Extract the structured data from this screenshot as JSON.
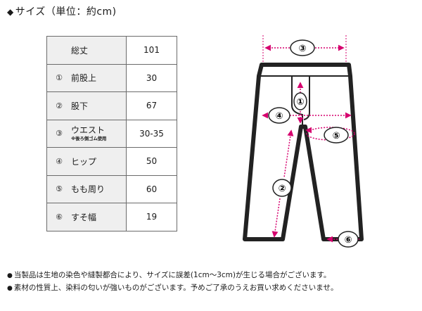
{
  "heading": {
    "marker": "◆",
    "text": "サイズ（単位：約cm)"
  },
  "table": {
    "rows": [
      {
        "num": "",
        "label": "総丈",
        "note": "",
        "value": "101"
      },
      {
        "num": "①",
        "label": "前股上",
        "note": "",
        "value": "30"
      },
      {
        "num": "②",
        "label": "股下",
        "note": "",
        "value": "67"
      },
      {
        "num": "③",
        "label": "ウエスト",
        "note": "※後ろ側ゴム使用",
        "value": "30-35"
      },
      {
        "num": "④",
        "label": "ヒップ",
        "note": "",
        "value": "50"
      },
      {
        "num": "⑤",
        "label": "もも周り",
        "note": "",
        "value": "60"
      },
      {
        "num": "⑥",
        "label": "すそ幅",
        "note": "",
        "value": "19"
      }
    ]
  },
  "diagram": {
    "markers": [
      "①",
      "②",
      "③",
      "④",
      "⑤",
      "⑥"
    ],
    "accent_color": "#d6006e"
  },
  "notes": {
    "bullet": "●",
    "lines": [
      "当製品は生地の染色や縫製都合により、サイズに誤差(1cm～3cm)が生じる場合がございます。",
      "素材の性質上、染料の匂いが強いものがございます。予めご了承のうえお買い求めくださいませ。"
    ]
  }
}
